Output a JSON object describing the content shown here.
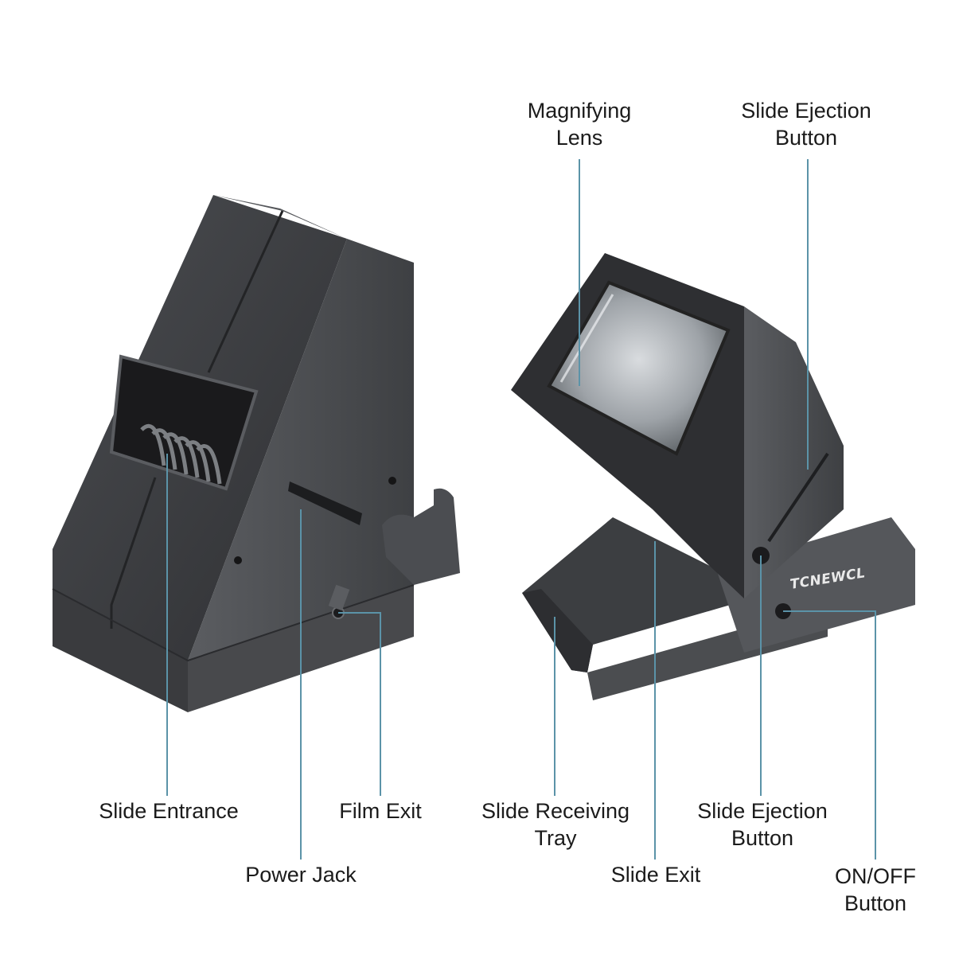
{
  "brand_text": "TCNEWCL",
  "callout_color": "#5b93a8",
  "labels": {
    "magnifying_lens": [
      "Magnifying",
      "Lens"
    ],
    "slide_ejection_top": [
      "Slide Ejection",
      "Button"
    ],
    "slide_entrance": [
      "Slide Entrance"
    ],
    "film_exit": [
      "Film Exit"
    ],
    "power_jack": [
      "Power Jack"
    ],
    "slide_receiving_tray": [
      "Slide Receiving",
      "Tray"
    ],
    "slide_ejection_bottom": [
      "Slide Ejection",
      "Button"
    ],
    "slide_exit": [
      "Slide Exit"
    ],
    "on_off_button": [
      "ON/OFF",
      "Button"
    ]
  }
}
